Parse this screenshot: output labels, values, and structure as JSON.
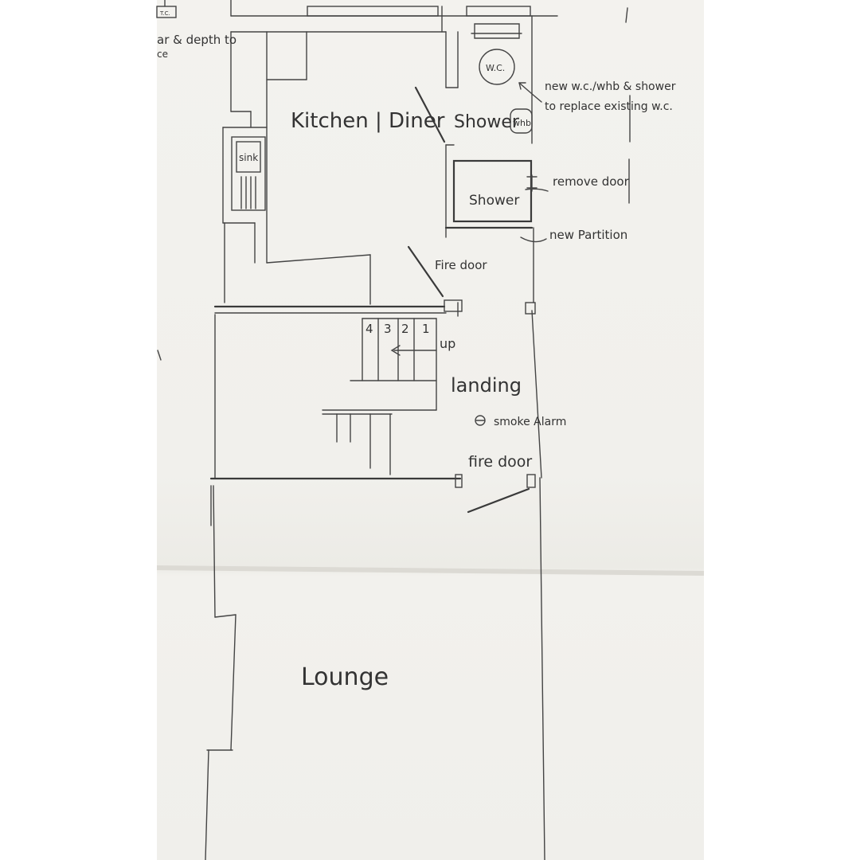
{
  "labels": {
    "kitchen": "Kitchen | Diner",
    "shower_top": "Shower",
    "whb": "whb",
    "wc": "W.C.",
    "shower_cubicle": "Shower",
    "sink": "sink",
    "fire_door_upper": "Fire door",
    "landing": "landing",
    "smoke_alarm": "smoke Alarm",
    "fire_door_lower": "fire door",
    "lounge": "Lounge",
    "up": "up",
    "stair_1": "1",
    "stair_2": "2",
    "stair_3": "3",
    "stair_4": "4",
    "edge_note_1": "ar & depth to",
    "edge_note_2": "ce",
    "edge_note_3": "T.C."
  },
  "annotations": {
    "new_wc_line1": "new w.c./whb & shower",
    "new_wc_line2": "to replace existing w.c.",
    "remove_door": "remove door",
    "new_partition": "new Partition"
  }
}
